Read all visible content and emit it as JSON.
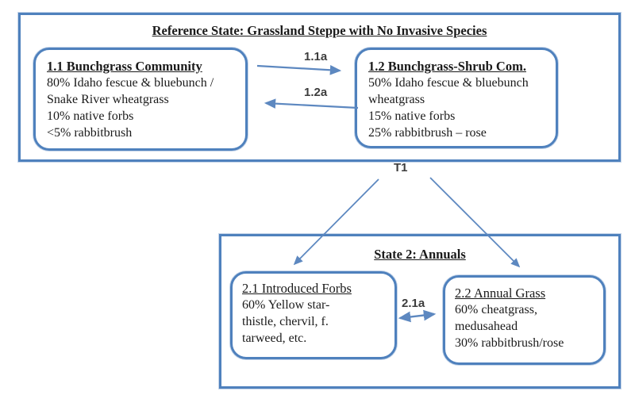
{
  "reference_state": {
    "title": "Reference State: Grassland Steppe with No Invasive Species",
    "box_1_1": {
      "heading": "1.1 Bunchgrass Community",
      "lines": [
        "80% Idaho fescue & bluebunch /",
        "Snake River wheatgrass",
        "10% native forbs",
        "<5% rabbitbrush"
      ]
    },
    "box_1_2": {
      "heading": "1.2 Bunchgrass-Shrub Com.",
      "lines": [
        "50% Idaho fescue & bluebunch",
        "wheatgrass",
        "15% native forbs",
        "25% rabbitbrush – rose"
      ]
    },
    "arrow_1_1a_label": "1.1a",
    "arrow_1_2a_label": "1.2a"
  },
  "transition_t1_label": "T1",
  "state_2": {
    "title": "State 2: Annuals",
    "box_2_1": {
      "heading": "2.1 Introduced Forbs",
      "lines": [
        "60% Yellow star-",
        "thistle, chervil, f.",
        "tarweed, etc."
      ]
    },
    "box_2_2": {
      "heading": "2.2 Annual Grass",
      "lines": [
        "60% cheatgrass,",
        "medusahead",
        "30% rabbitbrush/rose"
      ]
    },
    "arrow_2_1a_label": "2.1a"
  },
  "colors": {
    "box_border": "#4f81bd",
    "arrow": "#5d88c0",
    "text": "#1a1a1a",
    "label_text": "#3d3d3d",
    "background": "#ffffff"
  }
}
